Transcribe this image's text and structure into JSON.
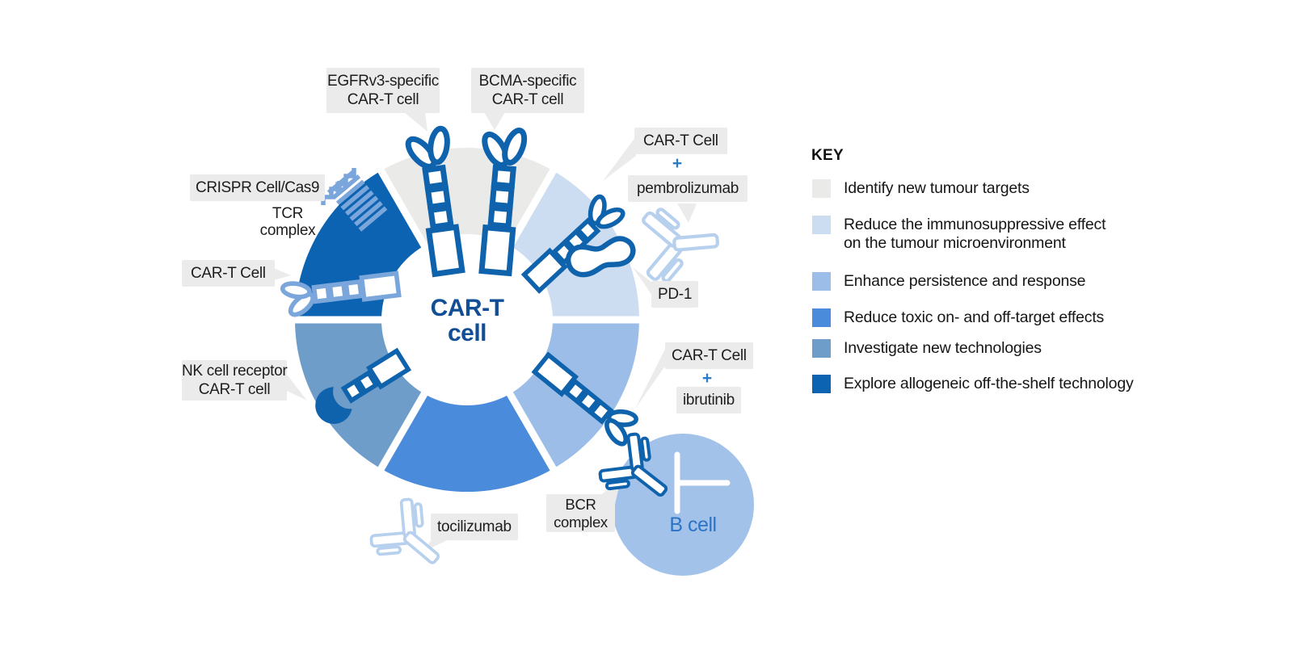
{
  "palette": {
    "identify": "#eaeae8",
    "immuno": "#cdddf1",
    "enhance": "#9bbde7",
    "toxic": "#4b8bdc",
    "investigate": "#6e9dca",
    "explore": "#0b63b1",
    "icon_dark": "#0f63ad",
    "icon_light": "#7aa6dc",
    "antibody_light": "#b6d0ee",
    "bcell_fill": "#a3c2e9",
    "bcell_text": "#2d74c4",
    "center_text": "#114e96",
    "plus": "#2d7cc6",
    "chip_bg": "#ebebeb",
    "chip_text": "#1d1d1d"
  },
  "center": {
    "line1": "CAR-T",
    "line2": "cell"
  },
  "bcell": {
    "label": "B cell"
  },
  "chips": {
    "egfrv3": {
      "line1": "EGFRv3-specific",
      "line2": "CAR-T cell"
    },
    "bcma": {
      "line1": "BCMA-specific",
      "line2": "CAR-T cell"
    },
    "cart_pembro": "CAR-T Cell",
    "plus_pembro": "+",
    "pembrolizumab": "pembrolizumab",
    "pd1": "PD-1",
    "cart_ibrutinib": "CAR-T Cell",
    "plus_ibrutinib": "+",
    "ibrutinib": "ibrutinib",
    "bcr": {
      "line1": "BCR",
      "line2": "complex"
    },
    "tocilizumab": "tocilizumab",
    "nk": {
      "line1": "NK cell receptor",
      "line2": "CAR-T cell"
    },
    "cart_left": "CAR-T Cell",
    "crispr": "CRISPR Cell/Cas9",
    "tcr": {
      "line1": "TCR",
      "line2": "complex"
    }
  },
  "key": {
    "title": "KEY",
    "items": [
      {
        "lines": [
          "Identify new tumour targets"
        ],
        "color": "#eaeae8"
      },
      {
        "lines": [
          "Reduce the immunosuppressive effect",
          "on the tumour microenvironment"
        ],
        "color": "#cdddf1"
      },
      {
        "lines": [
          "Enhance persistence and response"
        ],
        "color": "#9bbde7"
      },
      {
        "lines": [
          "Reduce toxic on- and off-target effects"
        ],
        "color": "#4b8bdc"
      },
      {
        "lines": [
          "Investigate new technologies"
        ],
        "color": "#6e9dca"
      },
      {
        "lines": [
          "Explore allogeneic off-the-shelf technology"
        ],
        "color": "#0b63b1"
      }
    ]
  },
  "segments": [
    {
      "name": "identify-new-tumour-targets",
      "color": "#eaeae8"
    },
    {
      "name": "reduce-immunosuppressive-effect",
      "color": "#cdddf1"
    },
    {
      "name": "enhance-persistence-and-response",
      "color": "#9bbde7"
    },
    {
      "name": "reduce-toxic-on-and-off-target-effects",
      "color": "#4b8bdc"
    },
    {
      "name": "investigate-new-technologies",
      "color": "#6e9dca"
    },
    {
      "name": "explore-allogeneic-off-the-shelf",
      "color": "#0b63b1"
    }
  ]
}
